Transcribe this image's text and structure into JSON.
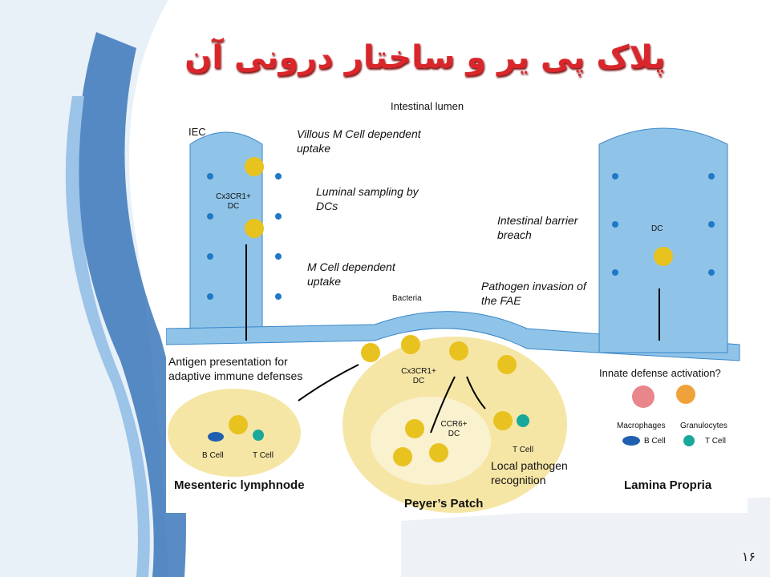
{
  "title": "پلاک پی یر و ساختار درونی آن",
  "page_number": "۱۶",
  "diagram": {
    "lumen": "Intestinal lumen",
    "iec": "IEC",
    "villous_m": "Villous M Cell dependent uptake",
    "luminal": "Luminal sampling by DCs",
    "cx3cr1_left": "Cx3CR1+ DC",
    "m_cell": "M Cell dependent uptake",
    "bacteria": "Bacteria",
    "pathogen_invasion": "Pathogen invasion of the FAE",
    "barrier": "Intestinal barrier breach",
    "dc_right": "DC",
    "antigen": "Antigen presentation for adaptive immune defenses",
    "cx3cr1_center": "Cx3CR1+ DC",
    "ccr6": "CCR6+ DC",
    "t_cell_pp": "T Cell",
    "local": "Local pathogen recognition",
    "innate": "Innate defense activation?",
    "macrophages": "Macrophages",
    "granulocytes": "Granulocytes",
    "b_cell_lp": "B Cell",
    "t_cell_lp": "T Cell",
    "b_cell_mln": "B Cell",
    "t_cell_mln": "T Cell",
    "mesenteric": "Mesenteric lymphnode",
    "peyers": "Peyer’s Patch",
    "lamina": "Lamina Propria"
  }
}
